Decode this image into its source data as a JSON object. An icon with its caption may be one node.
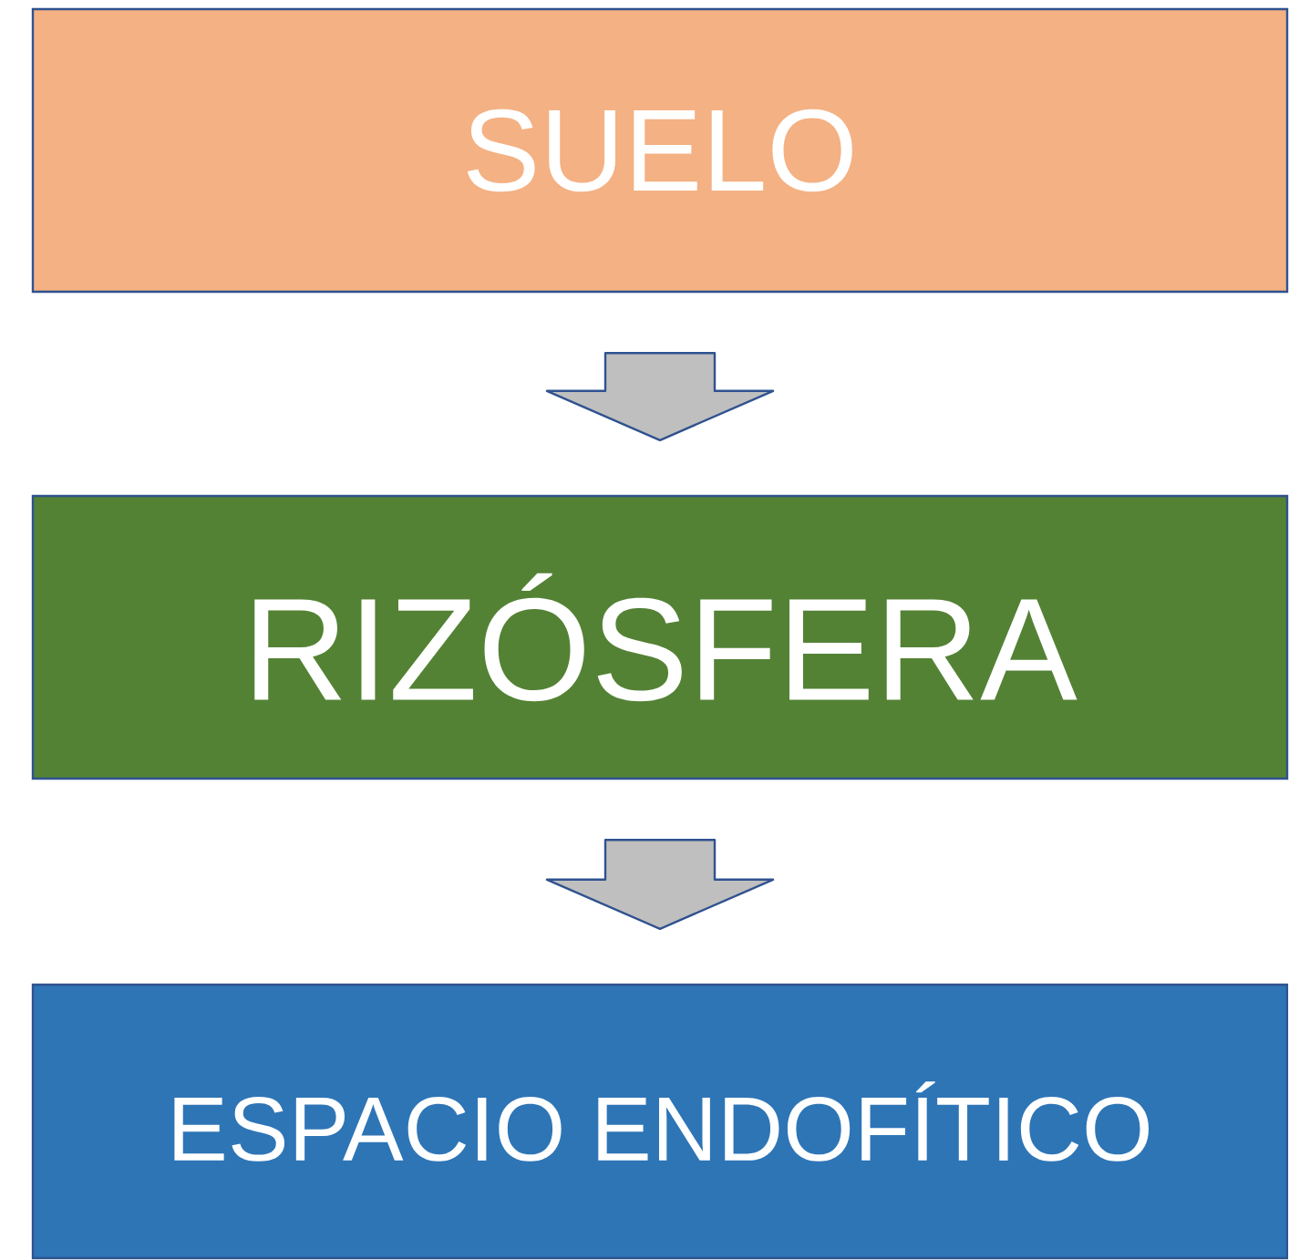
{
  "diagram": {
    "nodes": [
      {
        "text": [
          "SUELO"
        ]
      },
      {
        "text": [
          "RIZÓSFERA"
        ]
      },
      {
        "text": [
          "ESPACIO ENDOFÍTICO"
        ]
      }
    ],
    "edges": [
      {
        "from": 0,
        "to": 1,
        "arrow": "to"
      },
      {
        "from": 1,
        "to": 2,
        "arrow": "to"
      }
    ]
  }
}
